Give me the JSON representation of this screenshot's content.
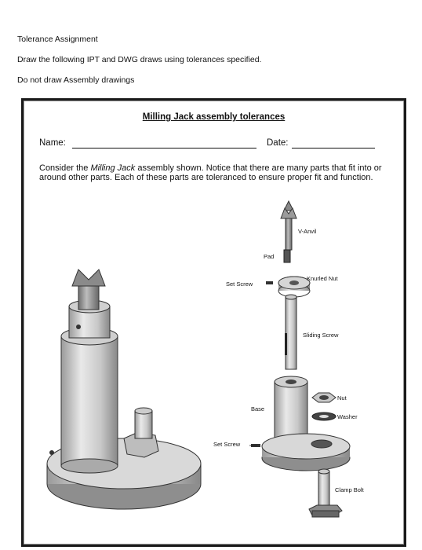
{
  "instructions": {
    "line1": "Tolerance Assignment",
    "line2": "Draw the following IPT and DWG draws using tolerances specified.",
    "line3": "Do not draw Assembly drawings"
  },
  "worksheet": {
    "title": "Milling Jack assembly tolerances",
    "name_label": "Name:",
    "date_label": "Date:",
    "paragraph_pre": "Consider the ",
    "paragraph_em": "Milling Jack",
    "paragraph_post": " assembly shown.  Notice that there are many parts that fit into or around other parts.  Each of these parts are toleranced to ensure proper fit and function."
  },
  "parts": {
    "v_anvil": "V-Anvil",
    "pad": "Pad",
    "set_screw_top": "Set Screw",
    "knurled_nut": "Knurled Nut",
    "sliding_screw": "Sliding Screw",
    "nut": "Nut",
    "base": "Base",
    "washer": "Washer",
    "set_screw_bottom": "Set Screw",
    "clamp_bolt": "Clamp Bolt"
  }
}
